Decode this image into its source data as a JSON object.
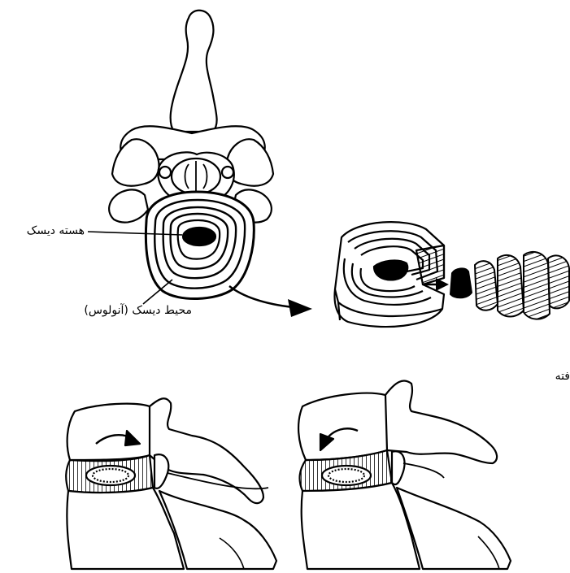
{
  "labels": {
    "nucleus": "هسته دیسک",
    "annulus": "محیط دیسک (آنولوس)",
    "fragment": "فته"
  },
  "colors": {
    "ink": "#000000",
    "paper": "#ffffff"
  }
}
